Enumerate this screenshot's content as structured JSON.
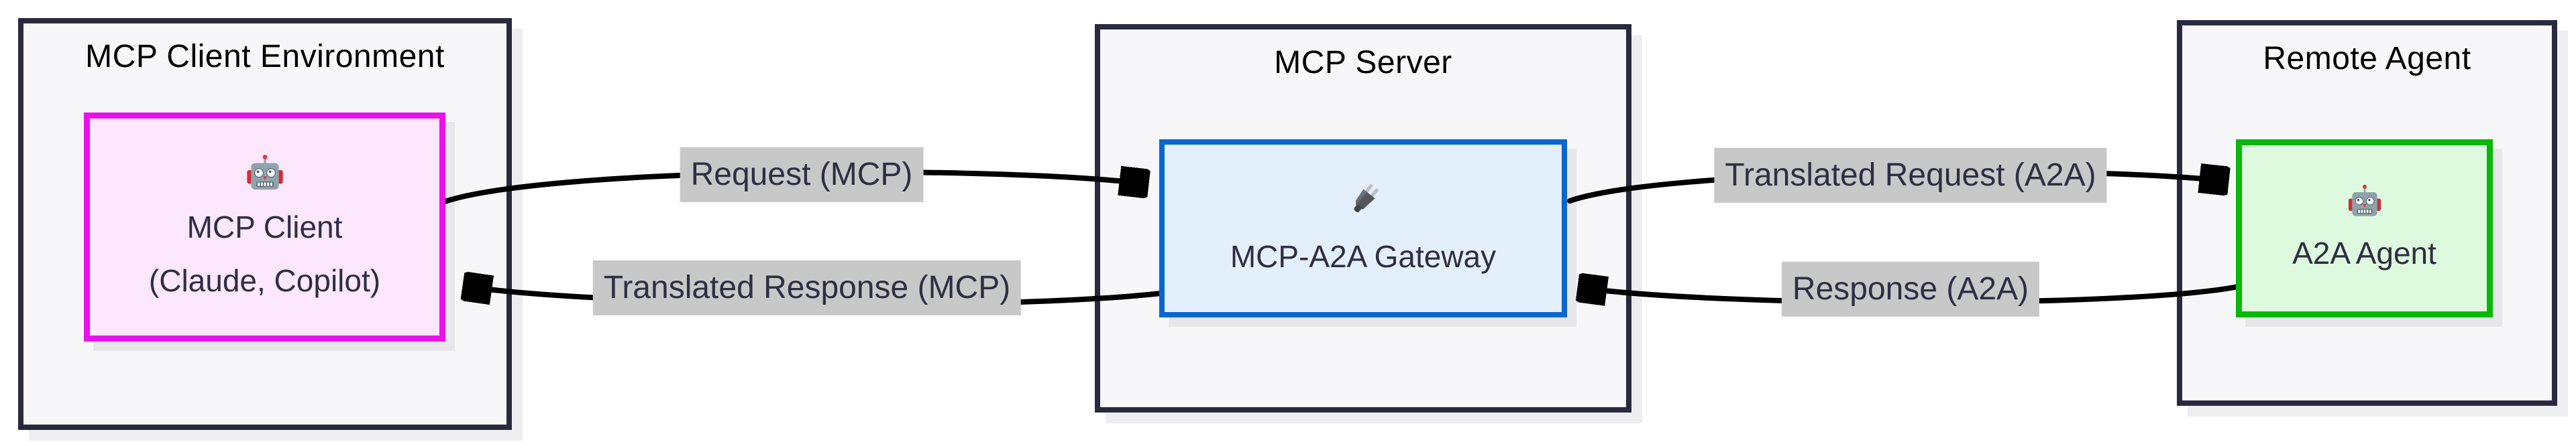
{
  "diagram": {
    "groups": [
      {
        "title": "MCP Client Environment",
        "node": {
          "icon": "robot-icon",
          "lines": [
            "MCP Client",
            "(Claude, Copilot)"
          ],
          "fill": "#fde7fd",
          "border": "#e912e9"
        }
      },
      {
        "title": "MCP Server",
        "node": {
          "icon": "plug-icon",
          "lines": [
            "MCP-A2A Gateway"
          ],
          "fill": "#e4effc",
          "border": "#0767cf"
        }
      },
      {
        "title": "Remote Agent",
        "node": {
          "icon": "robot-icon",
          "lines": [
            "A2A Agent"
          ],
          "fill": "#defade",
          "border": "#09b809"
        }
      }
    ],
    "edges": [
      {
        "label": "Request (MCP)",
        "from": "MCP Client",
        "to": "MCP-A2A Gateway",
        "direction": "right"
      },
      {
        "label": "Translated Response (MCP)",
        "from": "MCP-A2A Gateway",
        "to": "MCP Client",
        "direction": "left"
      },
      {
        "label": "Translated Request (A2A)",
        "from": "MCP-A2A Gateway",
        "to": "A2A Agent",
        "direction": "right"
      },
      {
        "label": "Response (A2A)",
        "from": "A2A Agent",
        "to": "MCP-A2A Gateway",
        "direction": "left"
      }
    ],
    "colors": {
      "arrow": "#000000",
      "edge_label_bg": "#c8c8c8",
      "node_text": "#2e2e44",
      "title_text": "#000000",
      "group_fill": "#f7f7fa",
      "group_border": "#2a2a3e"
    }
  }
}
